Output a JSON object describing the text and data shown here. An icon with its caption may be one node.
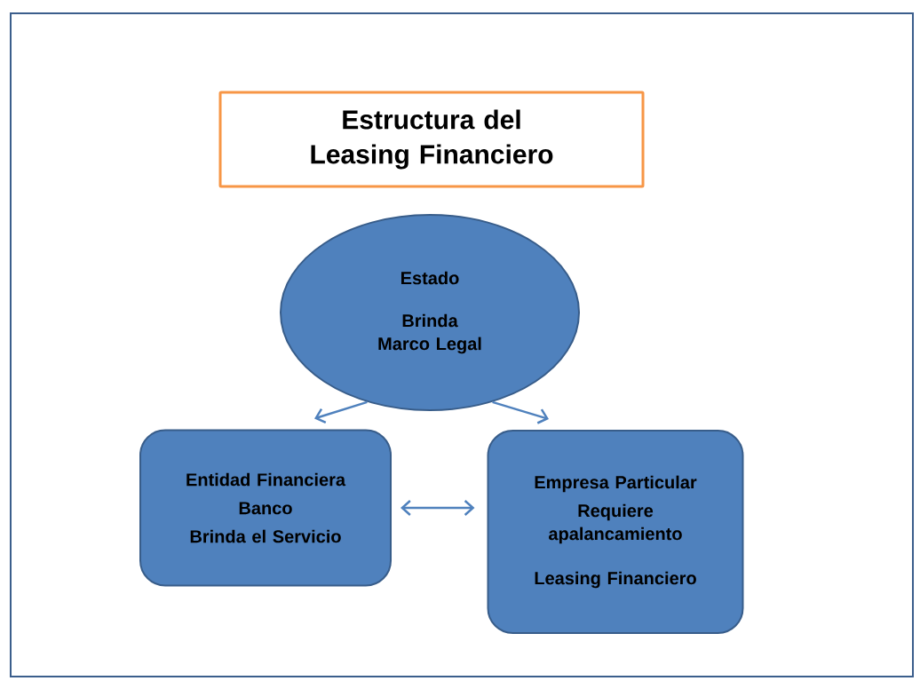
{
  "diagram": {
    "nodes": [
      {
        "text": [
          "Estructura del Leasing Financiero"
        ]
      },
      {
        "text": [
          "Estado",
          "Brinda Marco Legal"
        ]
      },
      {
        "text": [
          "Entidad Financiera",
          "Banco",
          "Brinda el Servicio"
        ]
      },
      {
        "text": [
          "Empresa Particular",
          "Requiere apalancamiento",
          "Leasing Financiero"
        ]
      }
    ],
    "edges": [
      {
        "from": 1,
        "to": 2,
        "arrow": "to"
      },
      {
        "from": 1,
        "to": 3,
        "arrow": "to"
      },
      {
        "from": 2,
        "to": 3,
        "arrow": "both"
      }
    ]
  }
}
